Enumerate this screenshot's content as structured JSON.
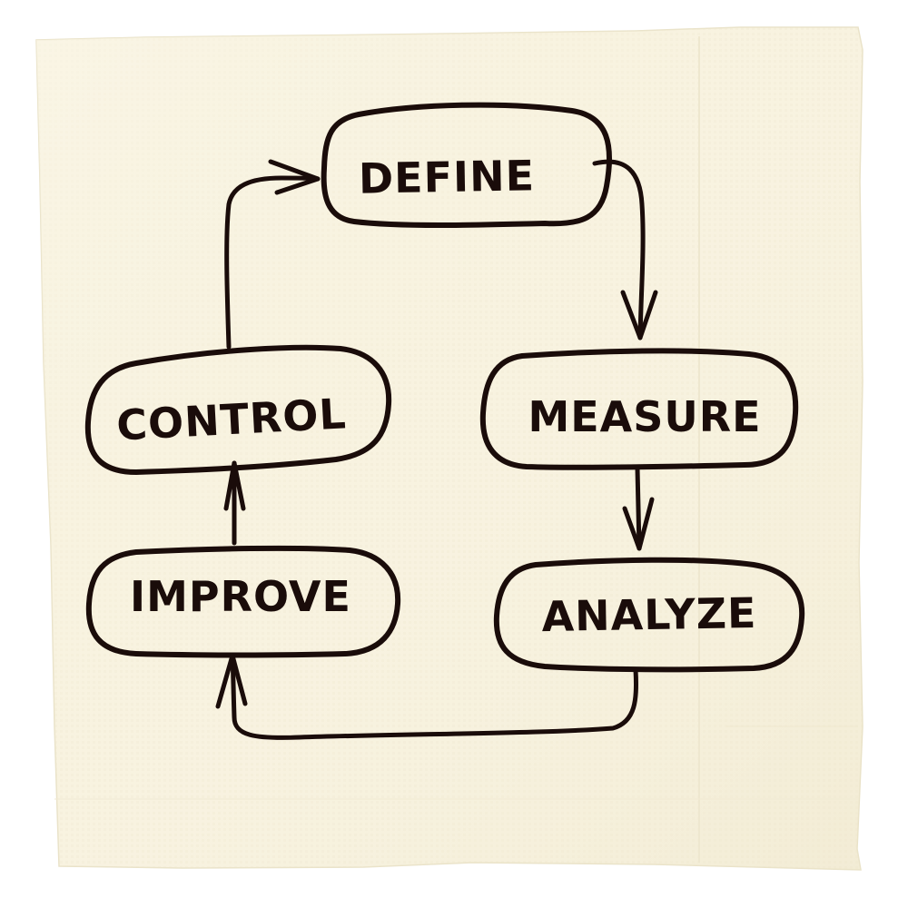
{
  "diagram": {
    "type": "cycle-flowchart",
    "medium": "hand-drawn sketch on paper napkin",
    "colors": {
      "background": "#ffffff",
      "napkin": "#f8f3e1",
      "napkin_shade": "#efe8cf",
      "ink": "#1a0c0a"
    },
    "nodes": [
      {
        "id": "define",
        "label": "DEFINE"
      },
      {
        "id": "measure",
        "label": "MEASURE"
      },
      {
        "id": "analyze",
        "label": "ANALYZE"
      },
      {
        "id": "improve",
        "label": "IMPROVE"
      },
      {
        "id": "control",
        "label": "CONTROL"
      }
    ],
    "edges": [
      {
        "from": "define",
        "to": "measure"
      },
      {
        "from": "measure",
        "to": "analyze"
      },
      {
        "from": "analyze",
        "to": "improve"
      },
      {
        "from": "improve",
        "to": "control"
      },
      {
        "from": "control",
        "to": "define"
      }
    ]
  },
  "labels": {
    "define": "DEFINE",
    "measure": "MEASURE",
    "analyze": "ANALYZE",
    "improve": "IMPROVE",
    "control": "CONTROL"
  }
}
